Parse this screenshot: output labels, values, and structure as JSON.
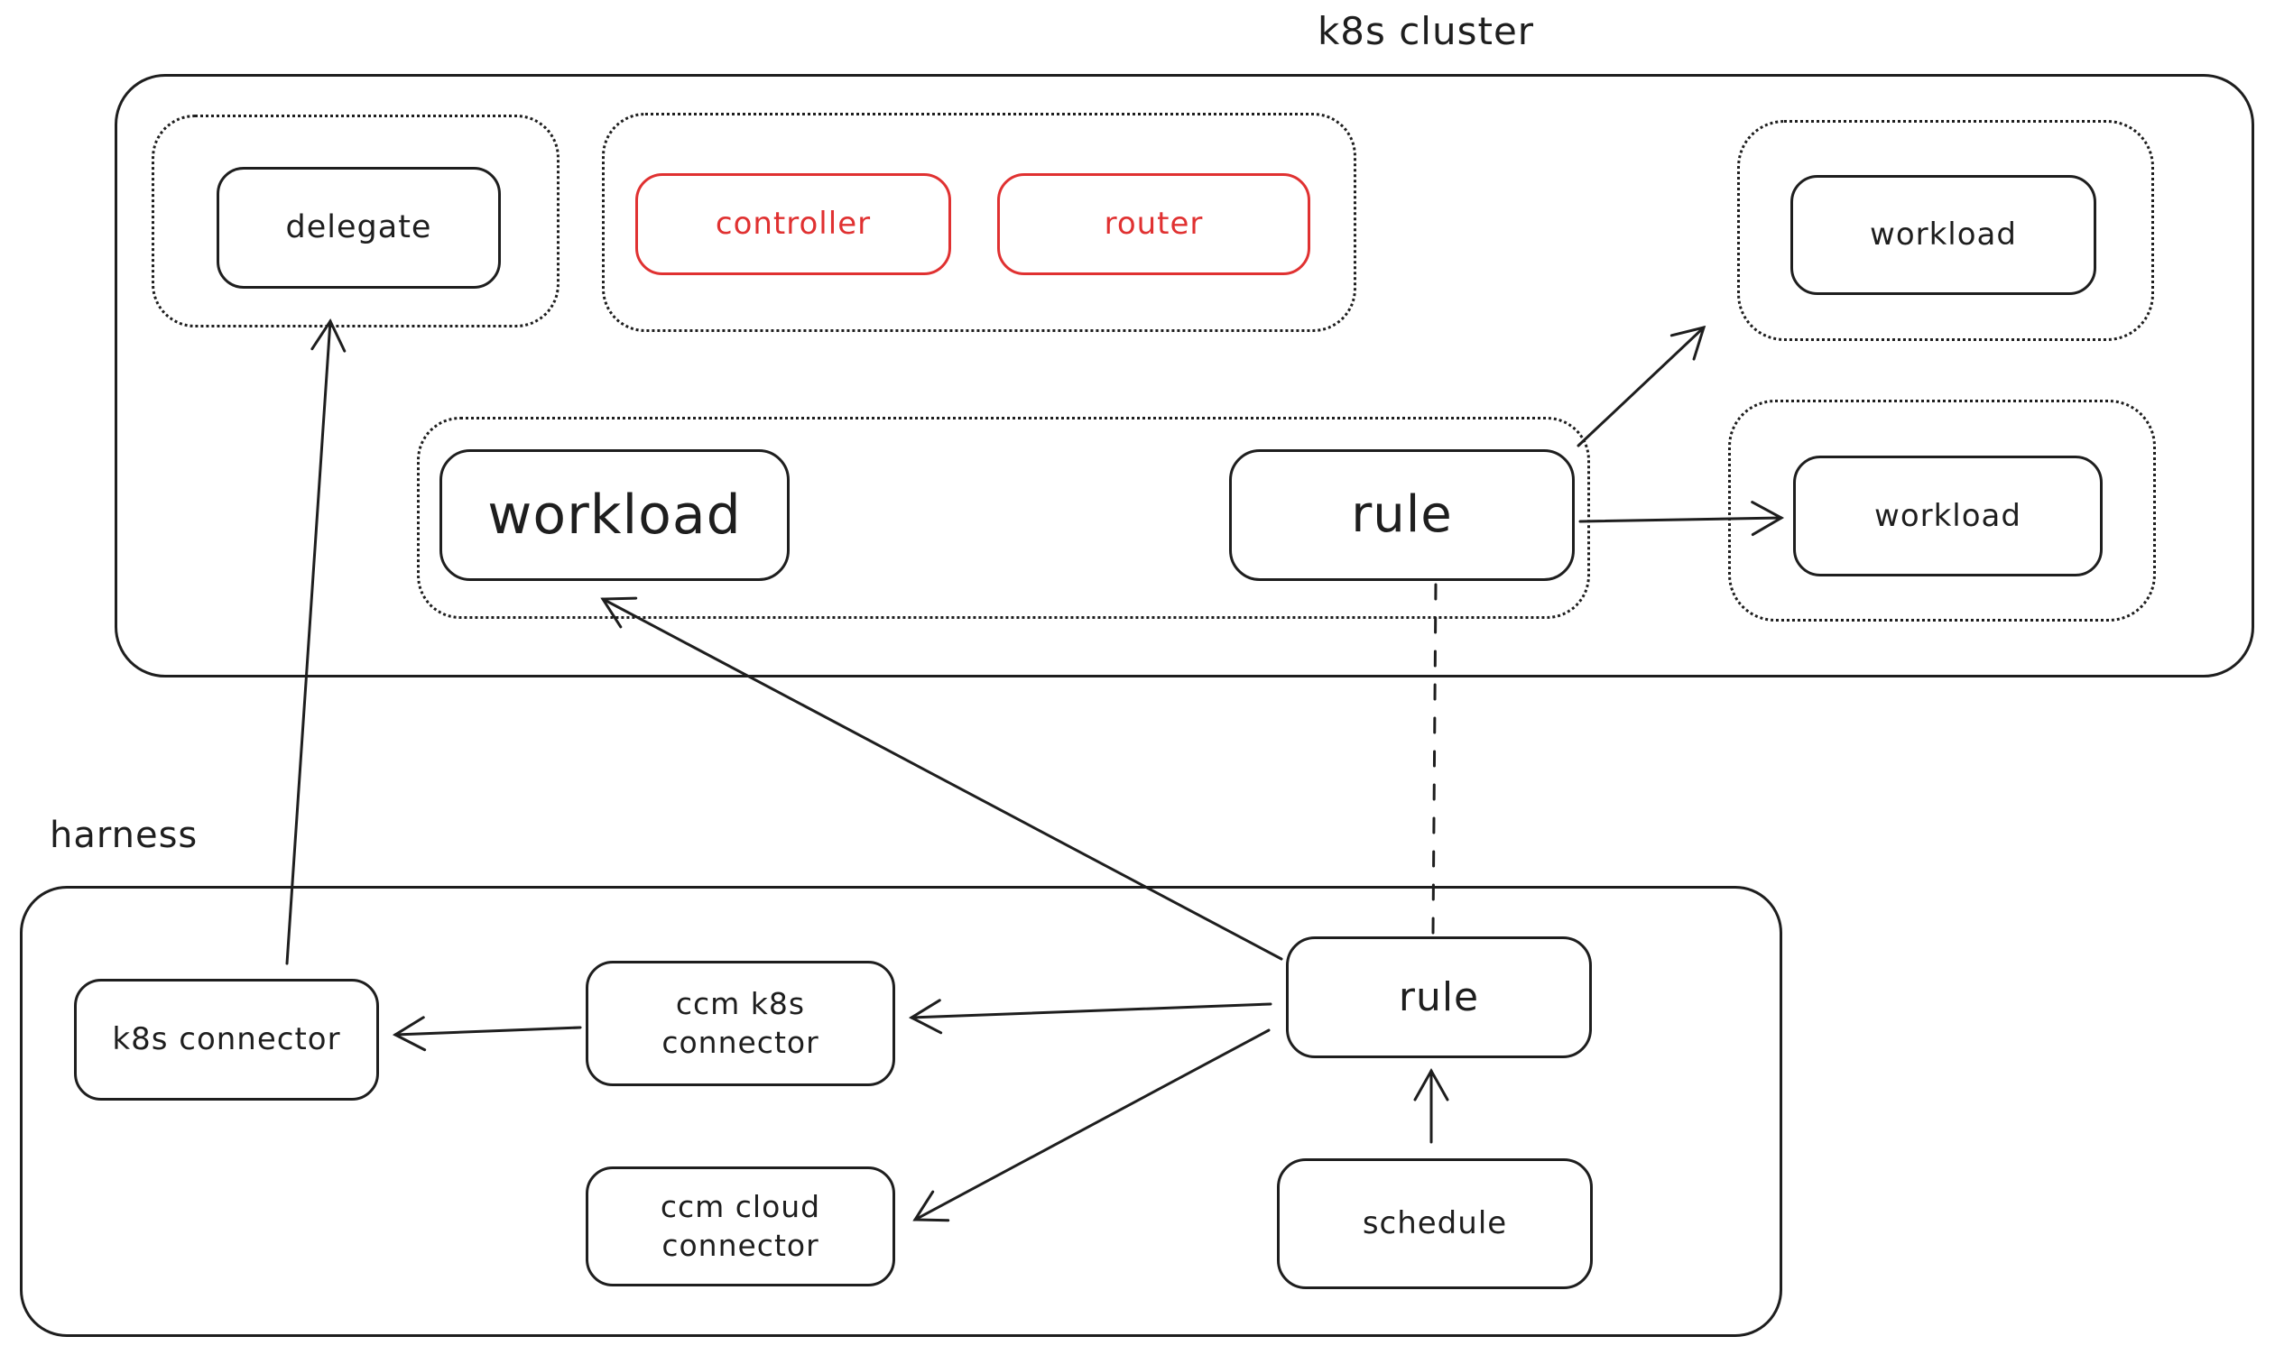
{
  "colors": {
    "ink": "#1e1e1e",
    "red": "#e03131",
    "background": "#ffffff"
  },
  "k8s_cluster": {
    "title": "k8s cluster",
    "delegate": "delegate",
    "controller": "controller",
    "router": "router",
    "workload_top": "workload",
    "workload_main": "workload",
    "rule": "rule",
    "workload_right": "workload"
  },
  "harness": {
    "title": "harness",
    "k8s_connector": "k8s connector",
    "ccm_k8s_connector": "ccm k8s connector",
    "ccm_cloud_connector": "ccm cloud connector",
    "rule": "rule",
    "schedule": "schedule"
  },
  "edges": [
    {
      "from": "k8s connector (harness)",
      "to": "delegate (k8s cluster)",
      "style": "solid-arrow"
    },
    {
      "from": "rule (harness)",
      "to": "workload (k8s cluster main)",
      "style": "solid-arrow"
    },
    {
      "from": "rule (harness)",
      "to": "ccm k8s connector",
      "style": "solid-arrow"
    },
    {
      "from": "rule (harness)",
      "to": "ccm cloud connector",
      "style": "solid-arrow"
    },
    {
      "from": "ccm k8s connector",
      "to": "k8s connector",
      "style": "solid-arrow"
    },
    {
      "from": "schedule",
      "to": "rule (harness)",
      "style": "solid-arrow"
    },
    {
      "from": "rule (k8s cluster)",
      "to": "rule (harness)",
      "style": "dashed-line"
    },
    {
      "from": "rule (k8s cluster)",
      "to": "workload (top right group)",
      "style": "solid-arrow"
    },
    {
      "from": "rule (k8s cluster)",
      "to": "workload (right)",
      "style": "solid-arrow"
    }
  ]
}
